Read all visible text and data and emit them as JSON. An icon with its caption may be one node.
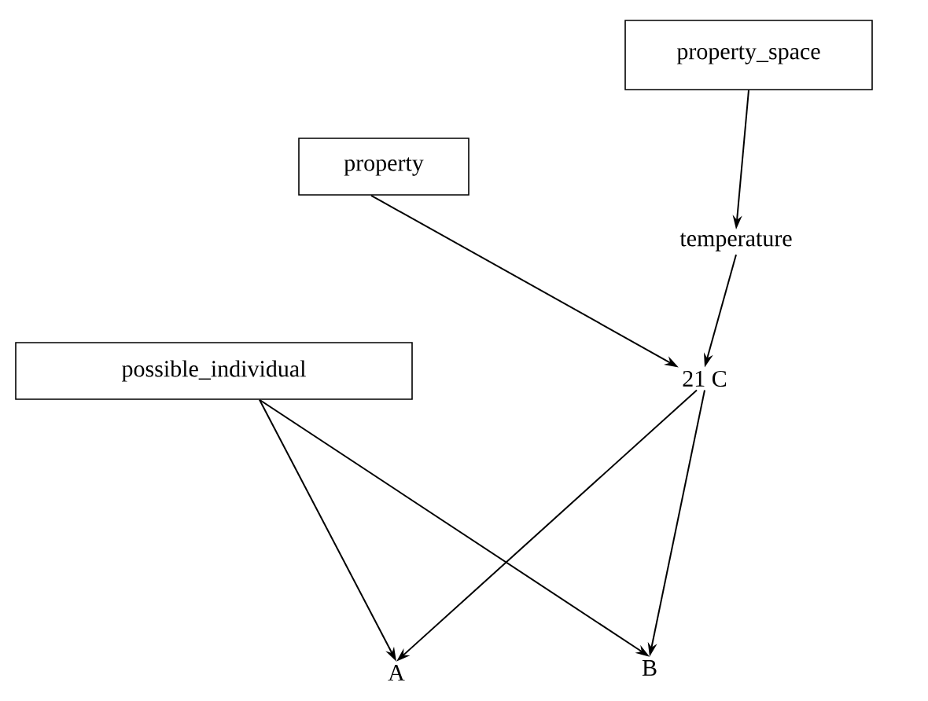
{
  "diagram": {
    "nodes": [
      {
        "text": [
          "property_space"
        ]
      },
      {
        "text": [
          "property"
        ]
      },
      {
        "text": [
          "temperature"
        ]
      },
      {
        "text": [
          "possible_individual"
        ]
      },
      {
        "text": [
          "21 C"
        ]
      },
      {
        "text": [
          "A"
        ]
      },
      {
        "text": [
          "B"
        ]
      }
    ],
    "edges": [
      {
        "from": 0,
        "to": 2,
        "arrow": "to"
      },
      {
        "from": 1,
        "to": 4,
        "arrow": "to"
      },
      {
        "from": 2,
        "to": 4,
        "arrow": "to"
      },
      {
        "from": 3,
        "to": 5,
        "arrow": "to"
      },
      {
        "from": 3,
        "to": 6,
        "arrow": "to"
      },
      {
        "from": 4,
        "to": 5,
        "arrow": "to"
      },
      {
        "from": 4,
        "to": 6,
        "arrow": "to"
      }
    ]
  }
}
